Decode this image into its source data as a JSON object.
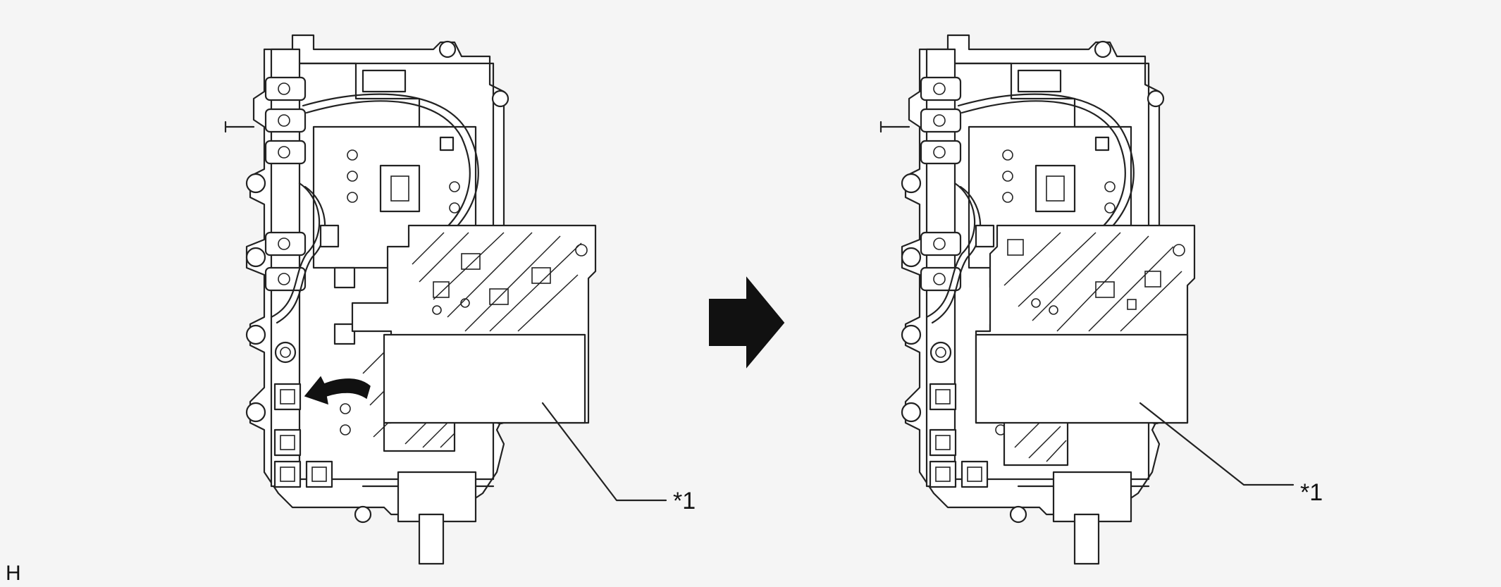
{
  "figure": {
    "callout_left": "*1",
    "callout_right": "*1",
    "corner_label": "H"
  },
  "icons": {
    "step_arrow": "right-arrow-icon",
    "removal_arrow": "curved-arrow-icon"
  },
  "colors": {
    "line": "#222222",
    "background": "#f5f5f5",
    "fill": "#ffffff"
  }
}
